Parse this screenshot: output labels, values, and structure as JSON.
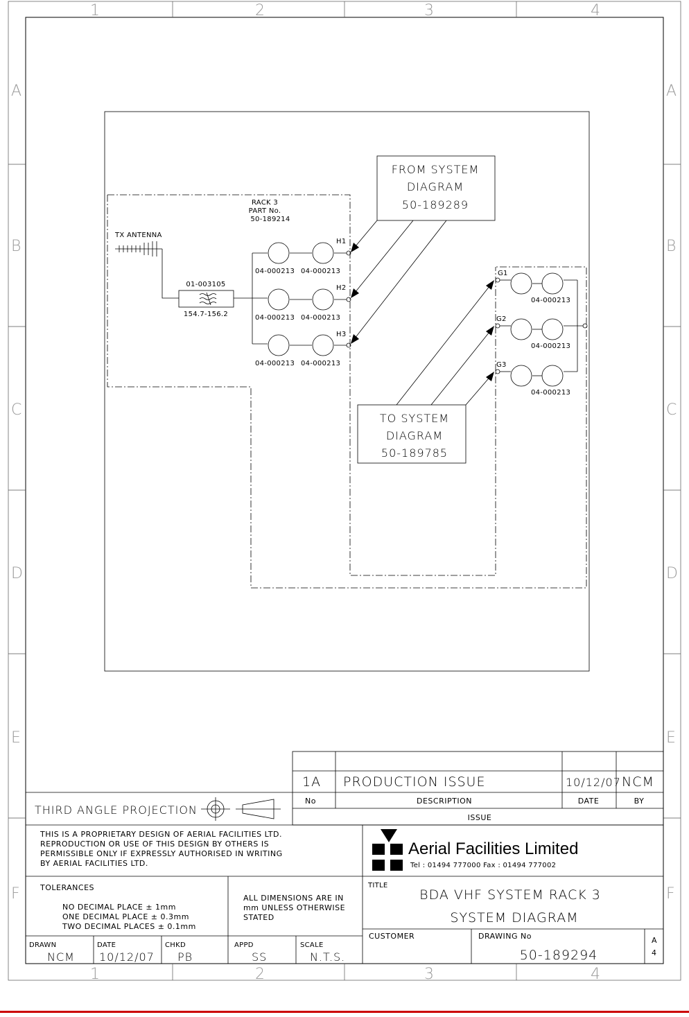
{
  "grid": {
    "columns": [
      "1",
      "2",
      "3",
      "4"
    ],
    "rows": [
      "A",
      "B",
      "C",
      "D",
      "E",
      "F"
    ]
  },
  "diagram": {
    "rack_label": [
      "RACK 3",
      "PART No.",
      "50-189214"
    ],
    "antenna_label": "TX ANTENNA",
    "filter_part": "01-003105",
    "filter_range": "154.7-156.2",
    "h_ports": [
      "H1",
      "H2",
      "H3"
    ],
    "g_ports": [
      "G1",
      "G2",
      "G3"
    ],
    "attenuator_part": "04-000213",
    "from_box": [
      "FROM SYSTEM",
      "DIAGRAM",
      "50-189289"
    ],
    "to_box": [
      "TO SYSTEM",
      "DIAGRAM",
      "50-189785"
    ]
  },
  "issue_table": {
    "row": {
      "no": "1A",
      "description": "PRODUCTION ISSUE",
      "date": "10/12/07",
      "by": "NCM"
    },
    "headers": {
      "no": "No",
      "description": "DESCRIPTION",
      "date": "DATE",
      "by": "BY"
    },
    "footer": "ISSUE"
  },
  "title_block": {
    "projection": "THIRD ANGLE PROJECTION",
    "proprietary": [
      "THIS IS A PROPRIETARY DESIGN OF AERIAL FACILITIES LTD.",
      "REPRODUCTION OR USE OF THIS DESIGN BY OTHERS IS",
      "PERMISSIBLE ONLY IF EXPRESSLY AUTHORISED IN WRITING",
      "BY AERIAL FACILITIES LTD."
    ],
    "company": "Aerial Facilities Limited",
    "contact": "Tel : 01494 777000 Fax : 01494 777002",
    "tolerances_label": "TOLERANCES",
    "tolerances": [
      "NO DECIMAL PLACE ± 1mm",
      "ONE DECIMAL PLACE ± 0.3mm",
      "TWO DECIMAL PLACES ± 0.1mm"
    ],
    "dimensions_note": [
      "ALL DIMENSIONS ARE IN",
      "mm UNLESS OTHERWISE",
      "STATED"
    ],
    "title_label": "TITLE",
    "title": [
      "BDA VHF SYSTEM RACK 3",
      "SYSTEM DIAGRAM"
    ],
    "customer_label": "CUSTOMER",
    "drawing_no_label": "DRAWING No",
    "drawing_no": "50-189294",
    "sheet_size": [
      "A",
      "4"
    ],
    "fields": {
      "drawn_label": "DRAWN",
      "drawn": "NCM",
      "date_label": "DATE",
      "date": "10/12/07",
      "chkd_label": "CHKD",
      "chkd": "PB",
      "appd_label": "APPD",
      "appd": "SS",
      "scale_label": "SCALE",
      "scale": "N.T.S."
    }
  },
  "colors": {
    "bottom_rule": "#cc0000"
  }
}
